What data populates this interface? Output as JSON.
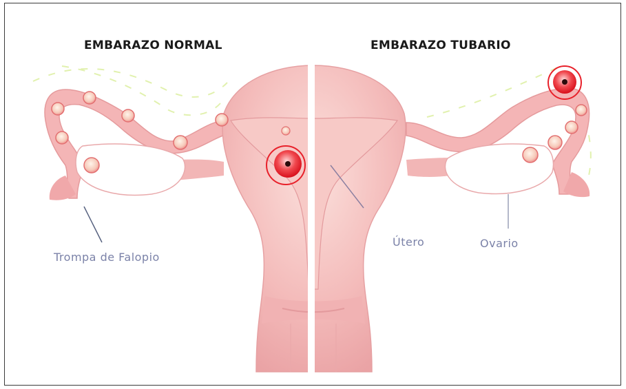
{
  "titles": {
    "left": "EMBARAZO NORMAL",
    "right": "EMBARAZO TUBARIO"
  },
  "labels": {
    "fallopian_tube": "Trompa de Falopio",
    "uterus": "Útero",
    "ovary": "Ovario"
  },
  "colors": {
    "tissue": "#f4b8b8",
    "tissue_light": "#f9d4d0",
    "tissue_dark": "#e79a9c",
    "egg": "#f08a8a",
    "implantation": "#e8202a",
    "sperm_path": "#d8ec9a",
    "divider": "#ffffff",
    "label_text": "#7b82a8"
  }
}
